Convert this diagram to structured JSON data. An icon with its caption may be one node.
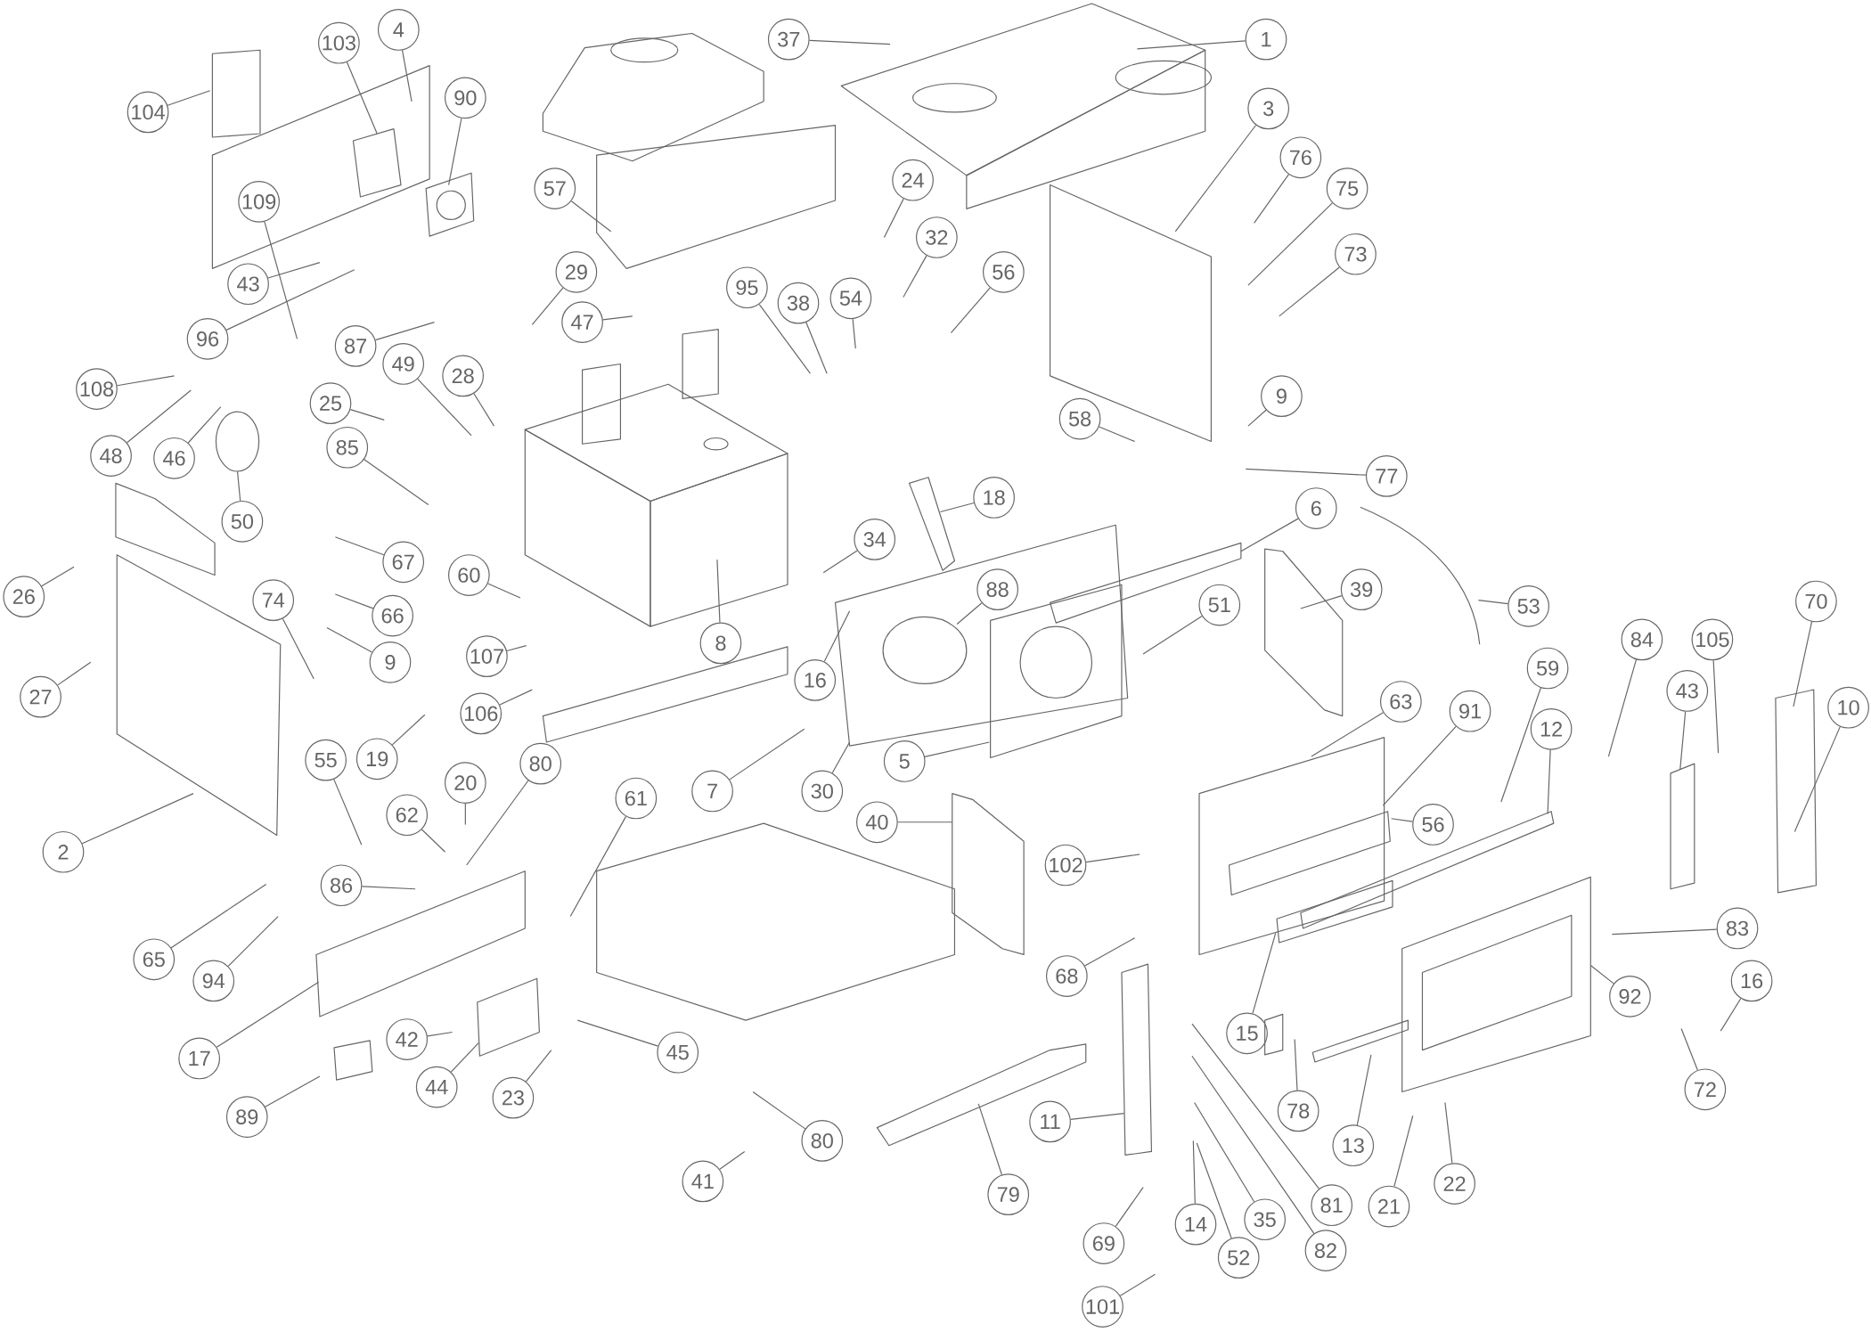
{
  "diagram": {
    "nodes": [
      {
        "text": [
          "1"
        ]
      },
      {
        "text": [
          "37"
        ]
      },
      {
        "text": [
          "4"
        ]
      },
      {
        "text": [
          "103"
        ]
      },
      {
        "text": [
          "90"
        ]
      },
      {
        "text": [
          "3"
        ]
      },
      {
        "text": [
          "104"
        ]
      },
      {
        "text": [
          "76"
        ]
      },
      {
        "text": [
          "75"
        ]
      },
      {
        "text": [
          "24"
        ]
      },
      {
        "text": [
          "57"
        ]
      },
      {
        "text": [
          "109"
        ]
      },
      {
        "text": [
          "32"
        ]
      },
      {
        "text": [
          "73"
        ]
      },
      {
        "text": [
          "56"
        ]
      },
      {
        "text": [
          "29"
        ]
      },
      {
        "text": [
          "43"
        ]
      },
      {
        "text": [
          "95"
        ]
      },
      {
        "text": [
          "54"
        ]
      },
      {
        "text": [
          "38"
        ]
      },
      {
        "text": [
          "47"
        ]
      },
      {
        "text": [
          "96"
        ]
      },
      {
        "text": [
          "87"
        ]
      },
      {
        "text": [
          "49"
        ]
      },
      {
        "text": [
          "28"
        ]
      },
      {
        "text": [
          "108"
        ]
      },
      {
        "text": [
          "9"
        ]
      },
      {
        "text": [
          "25"
        ]
      },
      {
        "text": [
          "58"
        ]
      },
      {
        "text": [
          "85"
        ]
      },
      {
        "text": [
          "48"
        ]
      },
      {
        "text": [
          "46"
        ]
      },
      {
        "text": [
          "77"
        ]
      },
      {
        "text": [
          "18"
        ]
      },
      {
        "text": [
          "6"
        ]
      },
      {
        "text": [
          "50"
        ]
      },
      {
        "text": [
          "34"
        ]
      },
      {
        "text": [
          "67"
        ]
      },
      {
        "text": [
          "60"
        ]
      },
      {
        "text": [
          "88"
        ]
      },
      {
        "text": [
          "39"
        ]
      },
      {
        "text": [
          "26"
        ]
      },
      {
        "text": [
          "74"
        ]
      },
      {
        "text": [
          "53"
        ]
      },
      {
        "text": [
          "51"
        ]
      },
      {
        "text": [
          "70"
        ]
      },
      {
        "text": [
          "66"
        ]
      },
      {
        "text": [
          "84"
        ]
      },
      {
        "text": [
          "105"
        ]
      },
      {
        "text": [
          "8"
        ]
      },
      {
        "text": [
          "107"
        ]
      },
      {
        "text": [
          "9"
        ]
      },
      {
        "text": [
          "59"
        ]
      },
      {
        "text": [
          "16"
        ]
      },
      {
        "text": [
          "43"
        ]
      },
      {
        "text": [
          "27"
        ]
      },
      {
        "text": [
          "63"
        ]
      },
      {
        "text": [
          "10"
        ]
      },
      {
        "text": [
          "91"
        ]
      },
      {
        "text": [
          "106"
        ]
      },
      {
        "text": [
          "12"
        ]
      },
      {
        "text": [
          "19"
        ]
      },
      {
        "text": [
          "55"
        ]
      },
      {
        "text": [
          "5"
        ]
      },
      {
        "text": [
          "80"
        ]
      },
      {
        "text": [
          "20"
        ]
      },
      {
        "text": [
          "7"
        ]
      },
      {
        "text": [
          "30"
        ]
      },
      {
        "text": [
          "61"
        ]
      },
      {
        "text": [
          "62"
        ]
      },
      {
        "text": [
          "40"
        ]
      },
      {
        "text": [
          "56"
        ]
      },
      {
        "text": [
          "2"
        ]
      },
      {
        "text": [
          "102"
        ]
      },
      {
        "text": [
          "86"
        ]
      },
      {
        "text": [
          "83"
        ]
      },
      {
        "text": [
          "65"
        ]
      },
      {
        "text": [
          "68"
        ]
      },
      {
        "text": [
          "94"
        ]
      },
      {
        "text": [
          "92"
        ]
      },
      {
        "text": [
          "16"
        ]
      },
      {
        "text": [
          "15"
        ]
      },
      {
        "text": [
          "42"
        ]
      },
      {
        "text": [
          "45"
        ]
      },
      {
        "text": [
          "17"
        ]
      },
      {
        "text": [
          "23"
        ]
      },
      {
        "text": [
          "44"
        ]
      },
      {
        "text": [
          "72"
        ]
      },
      {
        "text": [
          "78"
        ]
      },
      {
        "text": [
          "89"
        ]
      },
      {
        "text": [
          "11"
        ]
      },
      {
        "text": [
          "80"
        ]
      },
      {
        "text": [
          "13"
        ]
      },
      {
        "text": [
          "41"
        ]
      },
      {
        "text": [
          "79"
        ]
      },
      {
        "text": [
          "22"
        ]
      },
      {
        "text": [
          "81"
        ]
      },
      {
        "text": [
          "21"
        ]
      },
      {
        "text": [
          "35"
        ]
      },
      {
        "text": [
          "14"
        ]
      },
      {
        "text": [
          "69"
        ]
      },
      {
        "text": [
          "82"
        ]
      },
      {
        "text": [
          "52"
        ]
      },
      {
        "text": [
          "101"
        ]
      }
    ],
    "edges": [
      {
        "from": 0,
        "to": null,
        "arrow": "none"
      },
      {
        "from": 1,
        "to": null,
        "arrow": "none"
      },
      {
        "from": 2,
        "to": null,
        "arrow": "none"
      },
      {
        "from": 3,
        "to": null,
        "arrow": "none"
      },
      {
        "from": 4,
        "to": null,
        "arrow": "none"
      },
      {
        "from": 5,
        "to": null,
        "arrow": "none"
      },
      {
        "from": 6,
        "to": null,
        "arrow": "none"
      },
      {
        "from": 7,
        "to": null,
        "arrow": "none"
      },
      {
        "from": 8,
        "to": null,
        "arrow": "none"
      },
      {
        "from": 9,
        "to": null,
        "arrow": "none"
      },
      {
        "from": 10,
        "to": null,
        "arrow": "none"
      },
      {
        "from": 11,
        "to": null,
        "arrow": "none"
      },
      {
        "from": 12,
        "to": null,
        "arrow": "none"
      },
      {
        "from": 13,
        "to": null,
        "arrow": "none"
      },
      {
        "from": 14,
        "to": null,
        "arrow": "none"
      },
      {
        "from": 15,
        "to": null,
        "arrow": "none"
      },
      {
        "from": 16,
        "to": null,
        "arrow": "none"
      },
      {
        "from": 17,
        "to": null,
        "arrow": "none"
      },
      {
        "from": 18,
        "to": null,
        "arrow": "none"
      },
      {
        "from": 19,
        "to": null,
        "arrow": "none"
      },
      {
        "from": 20,
        "to": null,
        "arrow": "none"
      },
      {
        "from": 21,
        "to": null,
        "arrow": "none"
      },
      {
        "from": 22,
        "to": null,
        "arrow": "none"
      },
      {
        "from": 23,
        "to": null,
        "arrow": "none"
      },
      {
        "from": 24,
        "to": null,
        "arrow": "none"
      },
      {
        "from": 25,
        "to": null,
        "arrow": "none"
      },
      {
        "from": 26,
        "to": null,
        "arrow": "none"
      },
      {
        "from": 27,
        "to": null,
        "arrow": "none"
      },
      {
        "from": 28,
        "to": null,
        "arrow": "none"
      },
      {
        "from": 29,
        "to": null,
        "arrow": "none"
      },
      {
        "from": 30,
        "to": null,
        "arrow": "none"
      },
      {
        "from": 31,
        "to": null,
        "arrow": "none"
      },
      {
        "from": 32,
        "to": null,
        "arrow": "none"
      },
      {
        "from": 33,
        "to": null,
        "arrow": "none"
      },
      {
        "from": 34,
        "to": null,
        "arrow": "none"
      },
      {
        "from": 35,
        "to": null,
        "arrow": "none"
      },
      {
        "from": 36,
        "to": null,
        "arrow": "none"
      },
      {
        "from": 37,
        "to": null,
        "arrow": "none"
      },
      {
        "from": 38,
        "to": null,
        "arrow": "none"
      },
      {
        "from": 39,
        "to": null,
        "arrow": "none"
      },
      {
        "from": 40,
        "to": null,
        "arrow": "none"
      },
      {
        "from": 41,
        "to": null,
        "arrow": "none"
      },
      {
        "from": 42,
        "to": null,
        "arrow": "none"
      },
      {
        "from": 43,
        "to": null,
        "arrow": "none"
      },
      {
        "from": 44,
        "to": null,
        "arrow": "none"
      },
      {
        "from": 45,
        "to": null,
        "arrow": "none"
      },
      {
        "from": 46,
        "to": null,
        "arrow": "none"
      },
      {
        "from": 47,
        "to": null,
        "arrow": "none"
      },
      {
        "from": 48,
        "to": null,
        "arrow": "none"
      },
      {
        "from": 49,
        "to": null,
        "arrow": "none"
      },
      {
        "from": 50,
        "to": null,
        "arrow": "none"
      },
      {
        "from": 51,
        "to": null,
        "arrow": "none"
      },
      {
        "from": 52,
        "to": null,
        "arrow": "none"
      },
      {
        "from": 53,
        "to": null,
        "arrow": "none"
      },
      {
        "from": 54,
        "to": null,
        "arrow": "none"
      },
      {
        "from": 55,
        "to": null,
        "arrow": "none"
      },
      {
        "from": 56,
        "to": null,
        "arrow": "none"
      },
      {
        "from": 57,
        "to": null,
        "arrow": "none"
      },
      {
        "from": 58,
        "to": null,
        "arrow": "none"
      },
      {
        "from": 59,
        "to": null,
        "arrow": "none"
      },
      {
        "from": 60,
        "to": null,
        "arrow": "none"
      },
      {
        "from": 61,
        "to": null,
        "arrow": "none"
      },
      {
        "from": 62,
        "to": null,
        "arrow": "none"
      },
      {
        "from": 63,
        "to": null,
        "arrow": "none"
      },
      {
        "from": 64,
        "to": null,
        "arrow": "none"
      },
      {
        "from": 65,
        "to": null,
        "arrow": "none"
      },
      {
        "from": 66,
        "to": null,
        "arrow": "none"
      },
      {
        "from": 67,
        "to": null,
        "arrow": "none"
      },
      {
        "from": 68,
        "to": null,
        "arrow": "none"
      },
      {
        "from": 69,
        "to": null,
        "arrow": "none"
      },
      {
        "from": 70,
        "to": null,
        "arrow": "none"
      },
      {
        "from": 71,
        "to": null,
        "arrow": "none"
      },
      {
        "from": 72,
        "to": null,
        "arrow": "none"
      },
      {
        "from": 73,
        "to": null,
        "arrow": "none"
      },
      {
        "from": 74,
        "to": null,
        "arrow": "none"
      },
      {
        "from": 75,
        "to": null,
        "arrow": "none"
      },
      {
        "from": 76,
        "to": null,
        "arrow": "none"
      },
      {
        "from": 77,
        "to": null,
        "arrow": "none"
      },
      {
        "from": 78,
        "to": null,
        "arrow": "none"
      },
      {
        "from": 79,
        "to": null,
        "arrow": "none"
      },
      {
        "from": 80,
        "to": null,
        "arrow": "none"
      },
      {
        "from": 81,
        "to": null,
        "arrow": "none"
      },
      {
        "from": 82,
        "to": null,
        "arrow": "none"
      },
      {
        "from": 83,
        "to": null,
        "arrow": "none"
      },
      {
        "from": 84,
        "to": null,
        "arrow": "none"
      },
      {
        "from": 85,
        "to": null,
        "arrow": "none"
      },
      {
        "from": 86,
        "to": null,
        "arrow": "none"
      },
      {
        "from": 87,
        "to": null,
        "arrow": "none"
      },
      {
        "from": 88,
        "to": null,
        "arrow": "none"
      },
      {
        "from": 89,
        "to": null,
        "arrow": "none"
      },
      {
        "from": 90,
        "to": null,
        "arrow": "none"
      },
      {
        "from": 91,
        "to": null,
        "arrow": "none"
      },
      {
        "from": 92,
        "to": null,
        "arrow": "none"
      },
      {
        "from": 93,
        "to": null,
        "arrow": "none"
      },
      {
        "from": 94,
        "to": null,
        "arrow": "none"
      },
      {
        "from": 95,
        "to": null,
        "arrow": "none"
      },
      {
        "from": 96,
        "to": null,
        "arrow": "none"
      },
      {
        "from": 97,
        "to": null,
        "arrow": "none"
      },
      {
        "from": 98,
        "to": null,
        "arrow": "none"
      },
      {
        "from": 99,
        "to": null,
        "arrow": "none"
      },
      {
        "from": 100,
        "to": null,
        "arrow": "none"
      },
      {
        "from": 101,
        "to": null,
        "arrow": "none"
      },
      {
        "from": 102,
        "to": null,
        "arrow": "none"
      },
      {
        "from": 103,
        "to": null,
        "arrow": "none"
      }
    ]
  }
}
